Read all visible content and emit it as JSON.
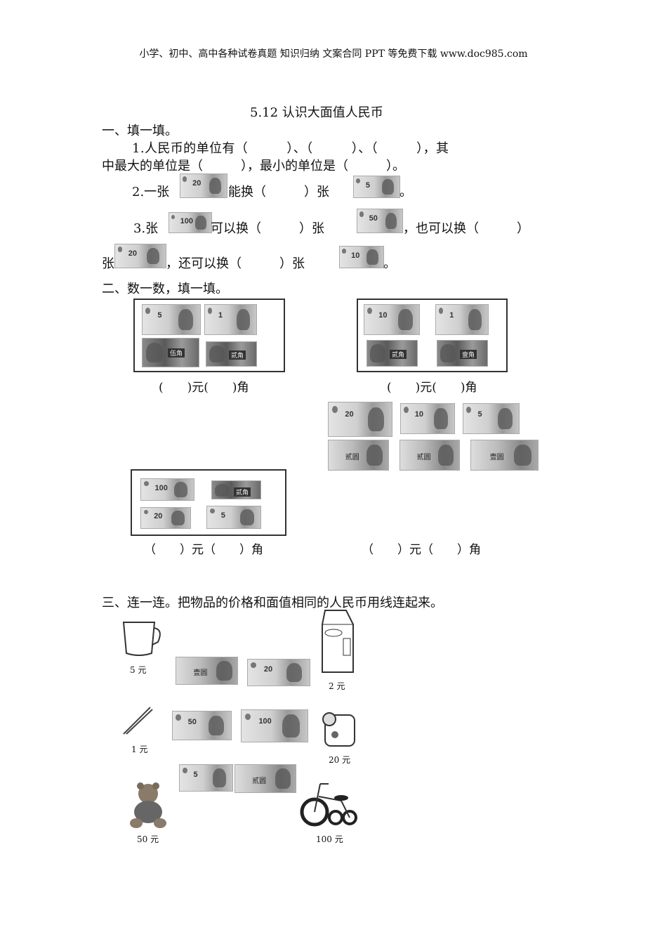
{
  "header": "小学、初中、高中各种试卷真题 知识归纳 文案合同 PPT 等免费下载   www.doc985.com",
  "title": "5.12 认识大面值人民币",
  "section1": {
    "heading": "一、填一填。",
    "q1_line1": "1.人民币的单位有（　　　）、（　　　）、（　　　），其",
    "q1_line2": "中最大的单位是（　　　），最小的单位是（　　　）。",
    "q2_a": "2.一张",
    "q2_b": "能换（　　　）张",
    "q2_c": "。",
    "q3_a": "3.张",
    "q3_b": "可以换（　　　）张",
    "q3_c": "，也可以换（　　　）",
    "q3_d": "张",
    "q3_e": "，还可以换（　　　）张",
    "q3_f": "。",
    "notes": {
      "n20": "20",
      "n5": "5",
      "n100": "100",
      "n50": "50",
      "n10": "10"
    }
  },
  "section2": {
    "heading": "二、数一数，填一填。",
    "group1": {
      "notes": [
        "5",
        "1",
        "伍角",
        "贰角"
      ],
      "caption": "(　　)元(　　)角"
    },
    "group2": {
      "notes": [
        "10",
        "1",
        "贰角",
        "壹角"
      ],
      "caption": "(　　)元(　　)角"
    },
    "group3": {
      "notes": [
        "20",
        "10",
        "5",
        "贰圆",
        "贰圆",
        "壹圆"
      ],
      "caption": "（　　）元（　　）角"
    },
    "group4": {
      "notes": [
        "100",
        "贰角",
        "20",
        "5"
      ],
      "caption": "（　　）元（　　）角"
    }
  },
  "section3": {
    "heading": "三、连一连。把物品的价格和面值相同的人民币用线连起来。",
    "items": [
      {
        "name": "cup",
        "price": "5 元"
      },
      {
        "name": "milk",
        "price": "2 元"
      },
      {
        "name": "chopsticks",
        "price": "1 元"
      },
      {
        "name": "sharpener",
        "price": "20 元"
      },
      {
        "name": "teddy-bear",
        "price": "50 元"
      },
      {
        "name": "tricycle",
        "price": "100 元"
      }
    ],
    "notes": [
      "壹圆",
      "20",
      "50",
      "100",
      "5",
      "贰圆"
    ]
  }
}
